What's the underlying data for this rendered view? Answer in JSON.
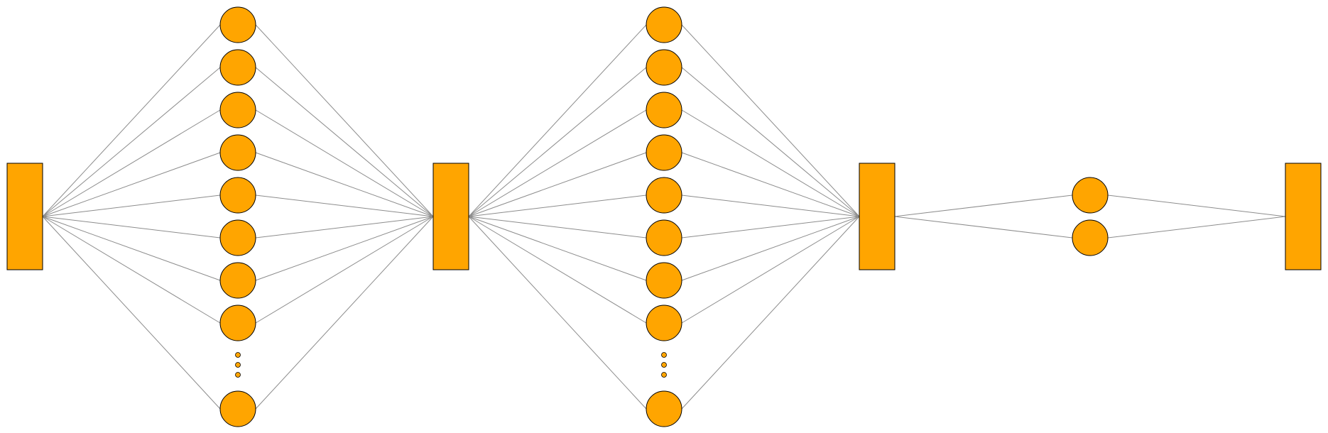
{
  "colors": {
    "node_fill": "#FFA500",
    "node_stroke": "#000000",
    "edge": "#8C8C8C",
    "background": "#FFFFFF"
  },
  "diagram": {
    "type": "neural-network",
    "layers": [
      {
        "kind": "block"
      },
      {
        "kind": "neurons",
        "shown_neurons": 9,
        "ellipsis_before_last": true
      },
      {
        "kind": "block"
      },
      {
        "kind": "neurons",
        "shown_neurons": 9,
        "ellipsis_before_last": true
      },
      {
        "kind": "block"
      },
      {
        "kind": "neurons",
        "shown_neurons": 2,
        "ellipsis_before_last": false
      },
      {
        "kind": "block"
      }
    ]
  }
}
